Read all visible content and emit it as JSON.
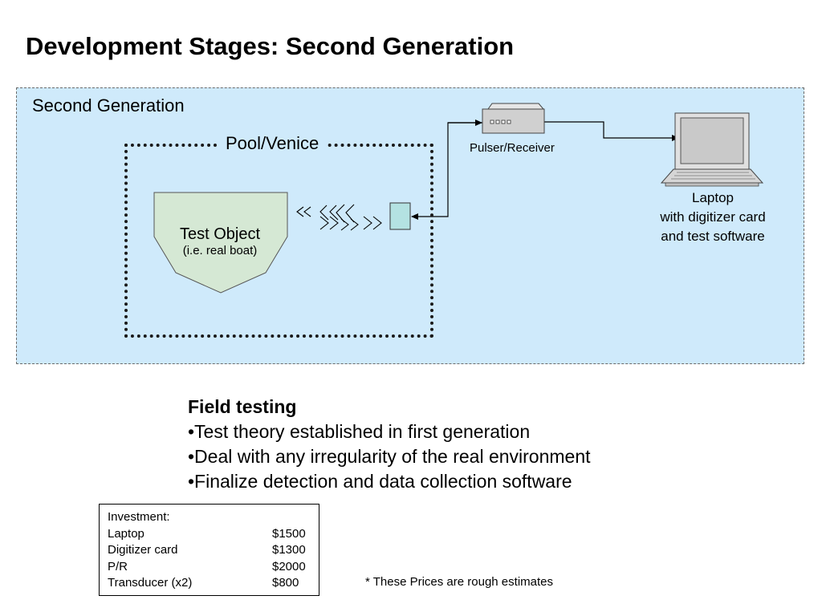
{
  "slide": {
    "title": "Development Stages: Second Generation"
  },
  "diagram": {
    "section_label": "Second Generation",
    "pool_label": "Pool/Venice",
    "test_object": {
      "title": "Test Object",
      "subtitle": "(i.e. real boat)"
    },
    "pulser_label": "Pulser/Receiver",
    "laptop_lines": [
      "Laptop",
      "with digitizer card",
      "and test software"
    ]
  },
  "notes": {
    "heading": "Field testing",
    "bullets": [
      "•Test theory established in first generation",
      "•Deal with any irregularity of the real environment",
      "•Finalize detection and data collection software"
    ]
  },
  "investment": {
    "heading": "Investment:",
    "rows": [
      {
        "item": "Laptop",
        "cost": "$1500"
      },
      {
        "item": "Digitizer card",
        "cost": "$1300"
      },
      {
        "item": "P/R",
        "cost": "$2000"
      },
      {
        "item": "Transducer (x2)",
        "cost": "$800"
      }
    ]
  },
  "footnote": "* These Prices are rough estimates",
  "colors": {
    "diagram_background": "#cfeafb",
    "test_object_fill": "#d5e8d4",
    "transducer_fill": "#b4e2e2",
    "device_fill": "#d0d0d0",
    "laptop_screen": "#c9c9c9"
  }
}
